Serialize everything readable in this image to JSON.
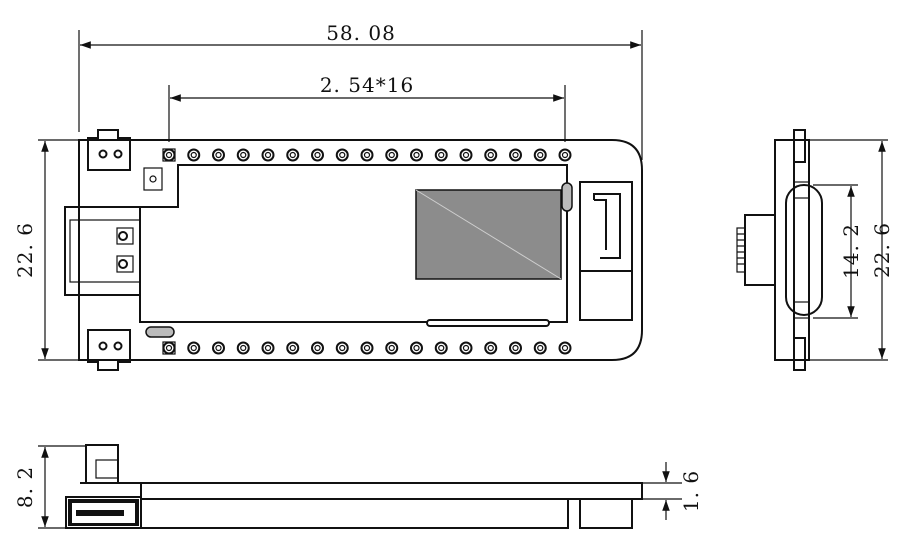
{
  "dimensions": {
    "board_length": "58. 08",
    "pin_span": "2. 54*16",
    "board_width": "22. 6",
    "connector_height": "14. 2",
    "side_width": "22. 6",
    "total_height": "8. 2",
    "pcb_thickness": "1. 6"
  },
  "header": {
    "pins_per_row": 16
  },
  "colors": {
    "line": "#111111",
    "display": "#8c8c8c",
    "background": "#ffffff"
  }
}
